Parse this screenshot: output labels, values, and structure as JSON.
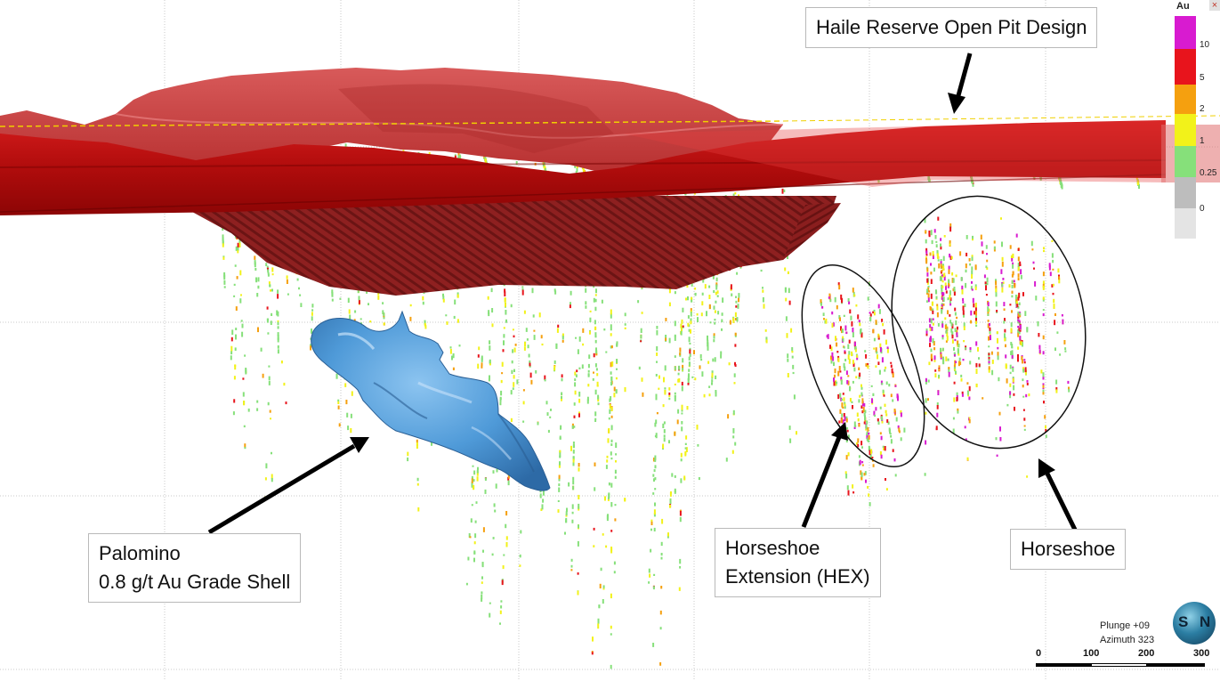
{
  "labels": {
    "haile": "Haile Reserve Open Pit Design",
    "palomino_line1": "Palomino",
    "palomino_line2": "0.8 g/t Au Grade Shell",
    "hex_line1": "Horseshoe",
    "hex_line2": "Extension (HEX)",
    "horseshoe": "Horseshoe"
  },
  "legend": {
    "title": "Au",
    "close_glyph": "×",
    "entries": [
      {
        "value": "10",
        "color": "#d81bd0"
      },
      {
        "value": "5",
        "color": "#e8141c"
      },
      {
        "value": "2",
        "color": "#f5a00f"
      },
      {
        "value": "1",
        "color": "#f2f21a"
      },
      {
        "value": "0.25",
        "color": "#86e07a"
      },
      {
        "value": "0",
        "color": "#bdbdbd"
      }
    ],
    "bottom_color": "#e4e4e4"
  },
  "orientation": {
    "plunge": "Plunge +09",
    "azimuth": "Azimuth 323"
  },
  "compass": {
    "left": "S",
    "right": "N"
  },
  "scale": {
    "ticks": [
      "0",
      "100",
      "200",
      "300"
    ]
  },
  "colors": {
    "pit_surface": "#c83c3c",
    "pit_shade": "#8a1c1c",
    "topo_band": "#b00c0c",
    "grade_shell": "#4f9ad8",
    "grid": "#c8c8c8"
  }
}
